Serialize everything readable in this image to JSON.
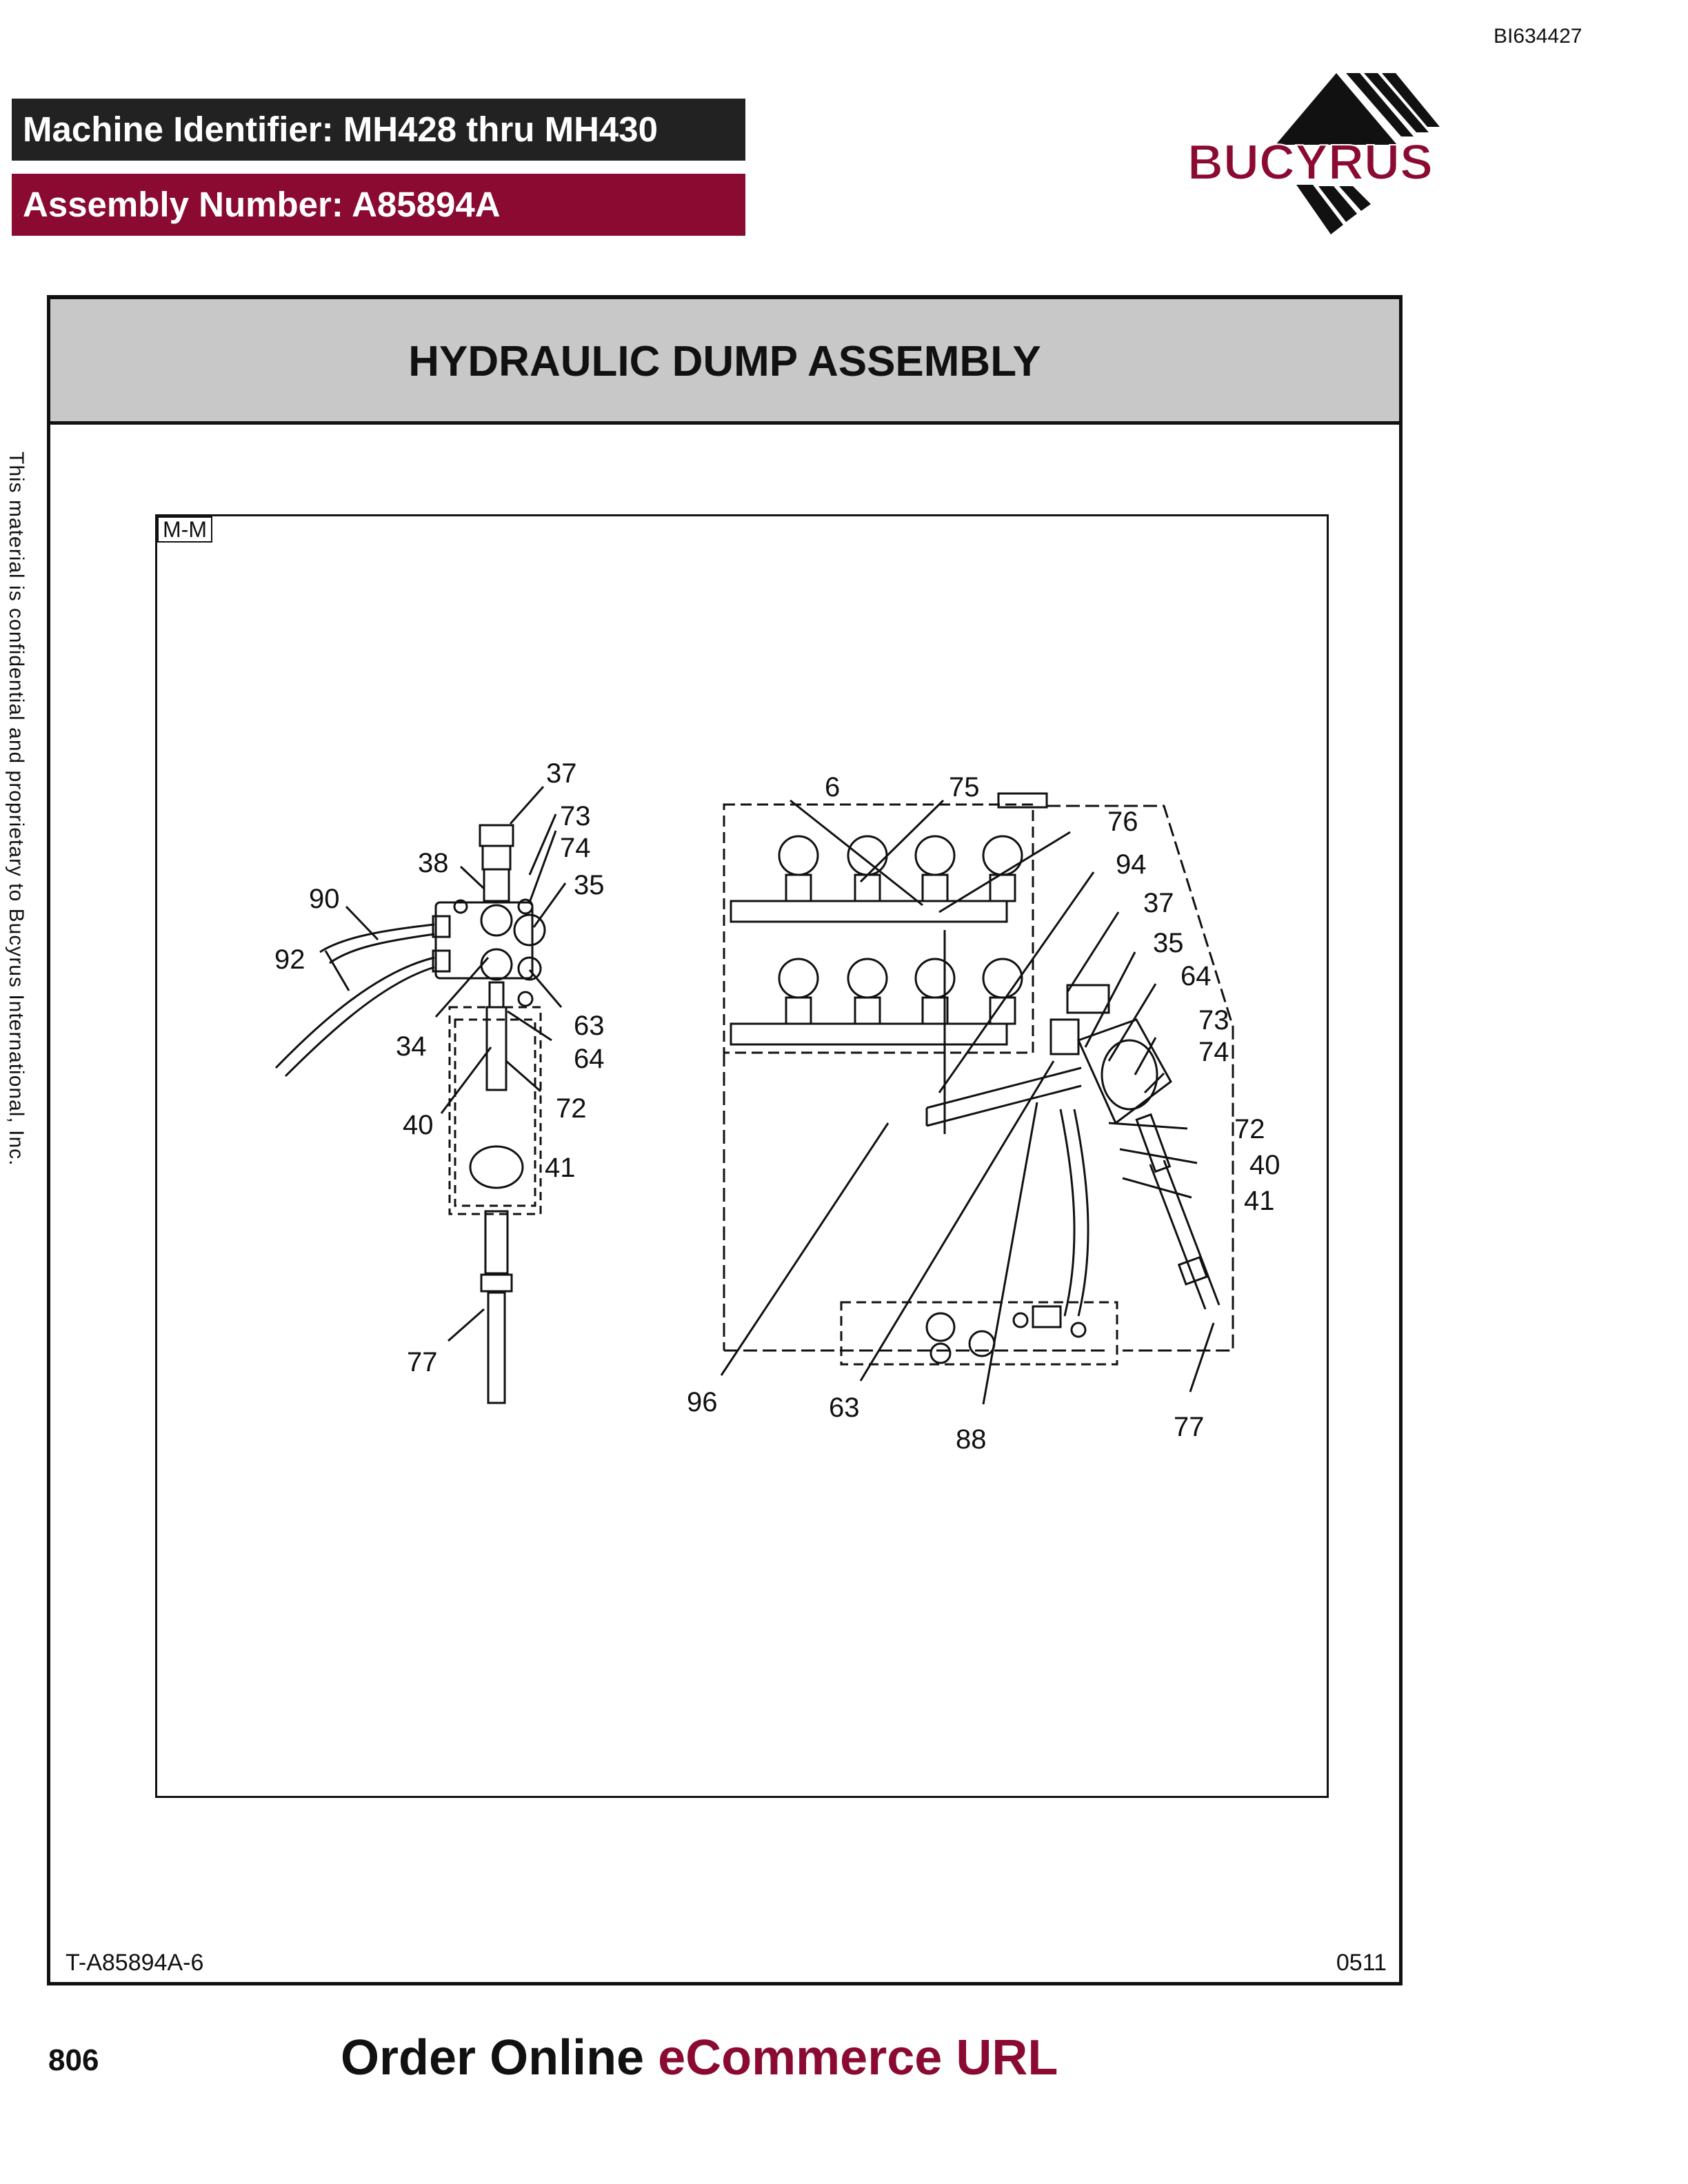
{
  "header": {
    "doc_id": "BI634427",
    "machine_identifier": "Machine Identifier: MH428 thru MH430",
    "assembly_number": "Assembly Number: A85894A",
    "logo_text": "BUCYRUS",
    "brand_color": "#8a0a32"
  },
  "sheet": {
    "title": "HYDRAULIC DUMP ASSEMBLY",
    "view_label": "M-M",
    "drawing_code": "T-A85894A-6",
    "revision": "0511"
  },
  "side_note": "This material is confidential and proprietary to Bucyrus International, Inc.",
  "footer": {
    "page_number": "806",
    "order_text": "Order Online",
    "ecommerce_text": "eCommerce URL"
  },
  "callouts": {
    "left_view": [
      "37",
      "73",
      "74",
      "38",
      "35",
      "90",
      "92",
      "34",
      "63",
      "64",
      "72",
      "40",
      "41",
      "77"
    ],
    "right_view": [
      "6",
      "75",
      "76",
      "94",
      "37",
      "35",
      "64",
      "73",
      "74",
      "72",
      "40",
      "41",
      "96",
      "63",
      "88",
      "77"
    ]
  }
}
